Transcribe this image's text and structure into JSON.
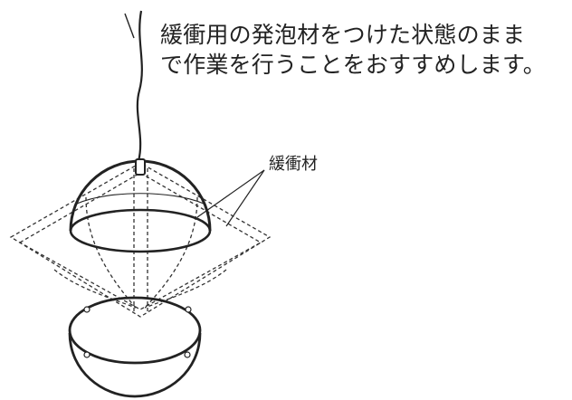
{
  "instruction": {
    "line1": "緩衝用の発泡材をつけた状態のまま",
    "line2": "で作業を行うことをおすすめします。"
  },
  "callout": {
    "label": "緩衝材"
  },
  "colors": {
    "ink": "#222222",
    "background": "#ffffff"
  }
}
